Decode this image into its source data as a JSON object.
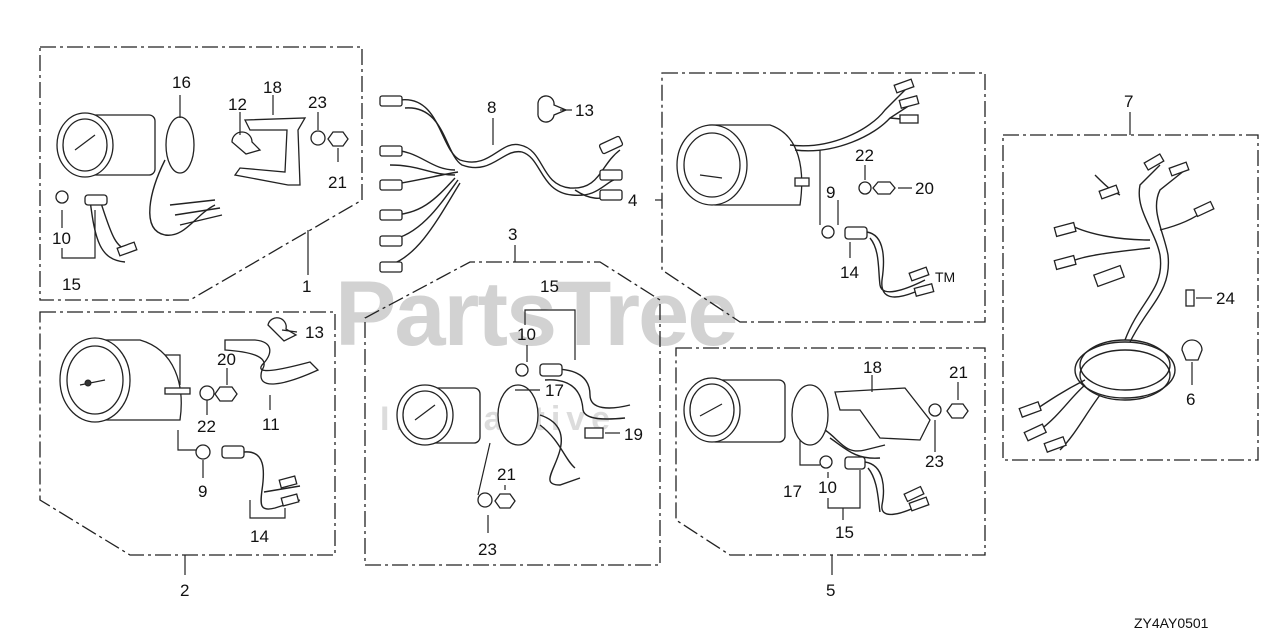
{
  "diagram": {
    "watermark": {
      "brand": "PartsTree",
      "trademark": "TM",
      "tagline": "Interactive"
    },
    "diagram_code": "ZY4AY0501",
    "callouts": {
      "box1": [
        "16",
        "18",
        "12",
        "23",
        "21",
        "10",
        "15",
        "1"
      ],
      "box2": [
        "20",
        "13",
        "22",
        "11",
        "9",
        "14",
        "2"
      ],
      "harness8": [
        "8",
        "13"
      ],
      "box3": [
        "3",
        "15",
        "10",
        "17",
        "19",
        "21",
        "23"
      ],
      "box4": [
        "4",
        "22",
        "20",
        "9",
        "14"
      ],
      "box5": [
        "18",
        "21",
        "23",
        "17",
        "10",
        "15",
        "5"
      ],
      "box7": [
        "7",
        "24",
        "6"
      ]
    }
  }
}
